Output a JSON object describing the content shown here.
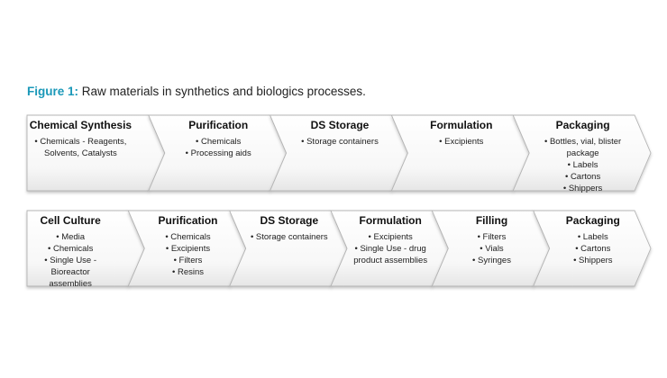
{
  "caption": {
    "figure_label": "Figure 1:",
    "text": "Raw materials in synthetics and biologics processes."
  },
  "rows": [
    {
      "stages": [
        {
          "title": "Chemical Synthesis",
          "items": [
            "Chemicals - Reagents, Solvents, Catalysts"
          ]
        },
        {
          "title": "Purification",
          "items": [
            "Chemicals",
            "Processing aids"
          ]
        },
        {
          "title": "DS Storage",
          "items": [
            "Storage containers"
          ]
        },
        {
          "title": "Formulation",
          "items": [
            "Excipients"
          ]
        },
        {
          "title": "Packaging",
          "items": [
            "Bottles, vial, blister package",
            "Labels",
            "Cartons",
            "Shippers"
          ]
        }
      ]
    },
    {
      "stages": [
        {
          "title": "Cell Culture",
          "items": [
            "Media",
            "Chemicals",
            "Single Use - Bioreactor assemblies"
          ]
        },
        {
          "title": "Purification",
          "items": [
            "Chemicals",
            "Excipients",
            "Filters",
            "Resins"
          ]
        },
        {
          "title": "DS Storage",
          "items": [
            "Storage containers"
          ]
        },
        {
          "title": "Formulation",
          "items": [
            "Excipients",
            "Single Use - drug product assemblies"
          ]
        },
        {
          "title": "Filling",
          "items": [
            "Filters",
            "Vials",
            "Syringes"
          ]
        },
        {
          "title": "Packaging",
          "items": [
            "Labels",
            "Cartons",
            "Shippers"
          ]
        }
      ]
    }
  ]
}
